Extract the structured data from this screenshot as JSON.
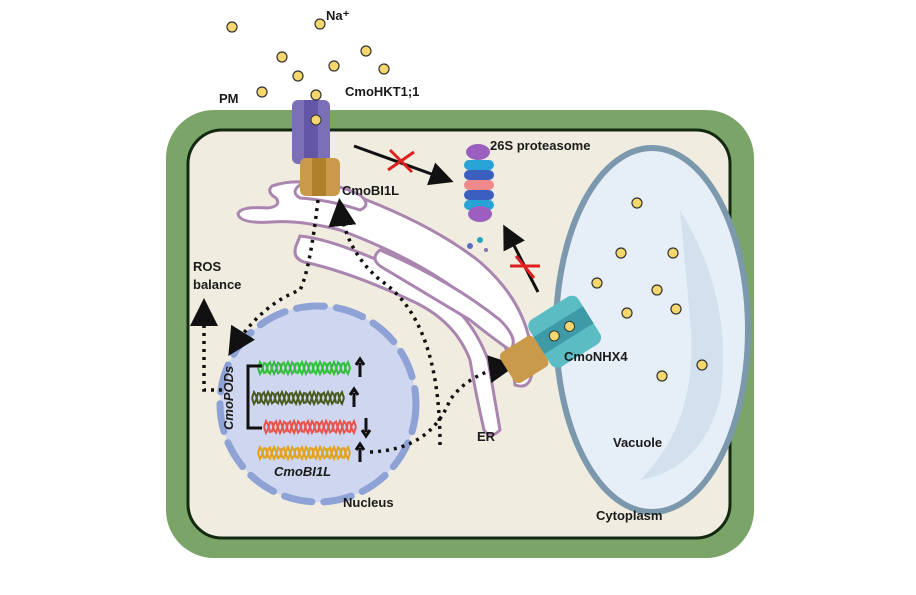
{
  "labels": {
    "na": "Na⁺",
    "pm": "PM",
    "hkt": "CmoHKT1;1",
    "bi1l_protein": "CmoBI1L",
    "proteasome": "26S proteasome",
    "ros": "ROS",
    "ros2": "balance",
    "pods": "CmoPODs",
    "bi1l_gene": "CmoBI1L",
    "nucleus": "Nucleus",
    "er": "ER",
    "nhx4": "CmoNHX4",
    "vacuole": "Vacuole",
    "cytoplasm": "Cytoplasm"
  },
  "genes": [
    {
      "name": "pod-gene-1",
      "color": "#2fbf3a",
      "regulation": "up"
    },
    {
      "name": "pod-gene-2",
      "color": "#4a5a1e",
      "regulation": "up"
    },
    {
      "name": "pod-gene-3",
      "color": "#e8524a",
      "regulation": "down"
    },
    {
      "name": "bi1l-gene",
      "color": "#e0a21a",
      "regulation": "up"
    }
  ],
  "colors": {
    "cell_wall": "#7aa468",
    "cytoplasm": "#f0ede0",
    "hkt": "#7b6fb8",
    "bi1l": "#c99a4a",
    "nhx4": "#5bbcc4",
    "er_stroke": "#a985b0",
    "nucleus_fill": "#cfd6ef",
    "nucleus_stroke": "#8ea2d6",
    "vacuole_fill": "#e6eef7",
    "vacuole_stroke": "#7c98ad",
    "sodium": "#f5d76e",
    "inhibit": "#e0201f"
  }
}
